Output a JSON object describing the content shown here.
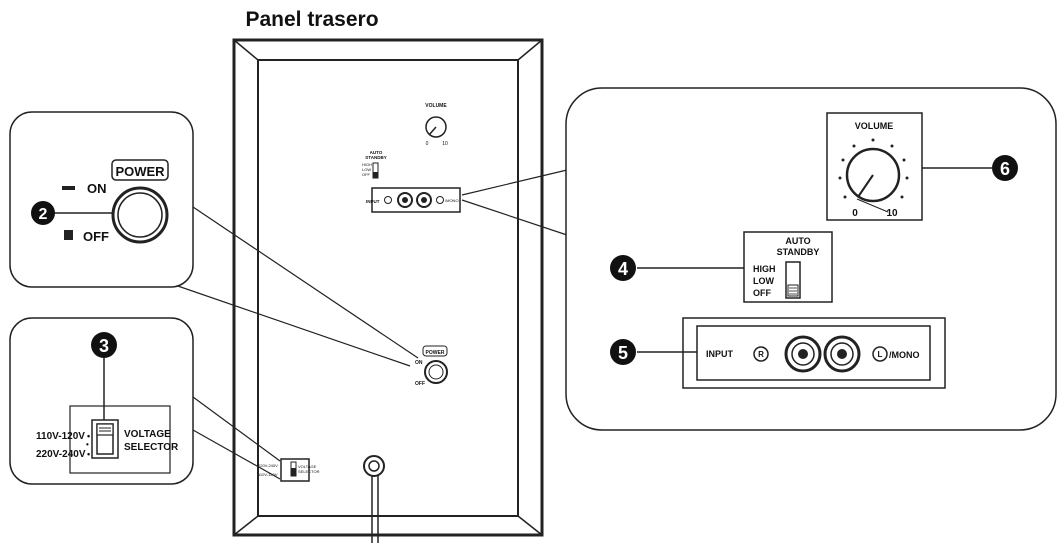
{
  "title": "Panel trasero",
  "power": {
    "label": "POWER",
    "on": "ON",
    "off": "OFF",
    "callout": "2"
  },
  "voltage": {
    "callout": "3",
    "low_range": "110V-120V",
    "high_range": "220V-240V",
    "label_line1": "VOLTAGE",
    "label_line2": "SELECTOR"
  },
  "standby": {
    "callout": "4",
    "title_line1": "AUTO",
    "title_line2": "STANDBY",
    "high": "HIGH",
    "low": "LOW",
    "off": "OFF"
  },
  "input": {
    "callout": "5",
    "label": "INPUT",
    "right": "R",
    "left": "L",
    "mono": "/MONO"
  },
  "volume": {
    "callout": "6",
    "label": "VOLUME",
    "min": "0",
    "max": "10"
  },
  "colors": {
    "ink": "#111111",
    "panel_border": "#222222",
    "callout_bg": "#111111",
    "callout_fg": "#ffffff"
  }
}
